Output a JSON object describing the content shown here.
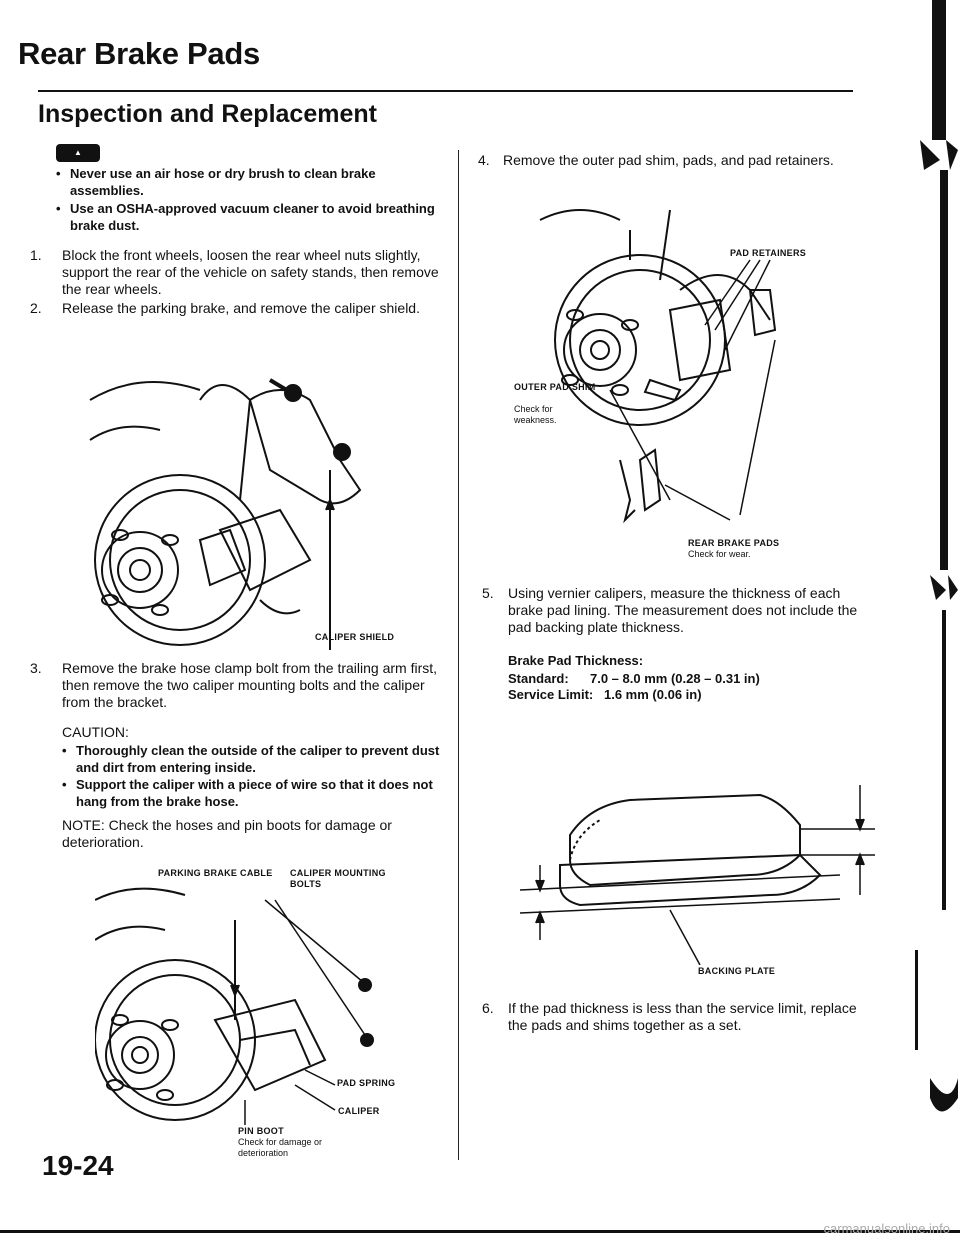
{
  "header": {
    "title": "Rear Brake Pads",
    "subtitle": "Inspection and Replacement"
  },
  "warning": {
    "badge": "WARNING",
    "items": [
      "Never use an air hose or dry brush to clean brake assemblies.",
      "Use an OSHA-approved vacuum cleaner to avoid breathing brake dust."
    ]
  },
  "steps": {
    "s1": {
      "num": "1.",
      "text": "Block the front wheels, loosen the rear wheel nuts slightly, support the rear of the vehicle on safety stands, then remove the rear wheels."
    },
    "s2": {
      "num": "2.",
      "text": "Release the parking brake, and remove the caliper shield."
    },
    "s3": {
      "num": "3.",
      "text": "Remove the brake hose clamp bolt from the trailing arm first, then remove the two caliper mounting bolts and the caliper from the bracket."
    },
    "s4": {
      "num": "4.",
      "text": "Remove the outer pad shim, pads, and pad retainers."
    },
    "s5": {
      "num": "5.",
      "text": "Using vernier calipers, measure the thickness of each brake pad lining. The measurement does not include the pad backing plate thickness."
    },
    "s6": {
      "num": "6.",
      "text": "If the pad thickness is less than the service limit, replace the pads and shims together as a set."
    }
  },
  "caution": {
    "heading": "CAUTION:",
    "items": [
      "Thoroughly clean the outside of the caliper to prevent dust and dirt from entering inside.",
      "Support the caliper with a piece of wire so that it does not hang from the brake hose."
    ]
  },
  "note": "NOTE: Check the hoses and pin boots for damage or deterioration.",
  "labels": {
    "caliper_shield": "CALIPER SHIELD",
    "parking_brake_cable": "PARKING BRAKE CABLE",
    "caliper_mounting_bolts": "CALIPER MOUNTING BOLTS",
    "pad_spring": "PAD SPRING",
    "caliper": "CALIPER",
    "pin_boot": "PIN BOOT",
    "pin_boot_note": "Check for damage or deterioration",
    "pad_retainers": "PAD RETAINERS",
    "outer_pad_shim": "OUTER PAD SHIM",
    "outer_pad_shim_note": "Check for weakness.",
    "rear_brake_pads": "REAR BRAKE PADS",
    "rear_brake_pads_note": "Check for wear.",
    "backing_plate": "BACKING PLATE"
  },
  "spec": {
    "heading": "Brake Pad Thickness:",
    "standard_label": "Standard:",
    "standard_value": "7.0 – 8.0 mm (0.28 – 0.31 in)",
    "service_label": "Service Limit:",
    "service_value": "1.6 mm (0.06 in)"
  },
  "page_number": "19-24",
  "watermark": "carmanualsonline.info"
}
